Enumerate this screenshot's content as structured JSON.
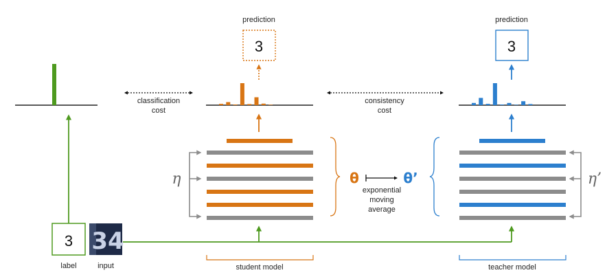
{
  "colors": {
    "green": "#4e9a1f",
    "orange": "#d87514",
    "blue": "#2c7fce",
    "gray": "#8c8c8c",
    "dark": "#222222"
  },
  "student": {
    "prediction_title": "prediction",
    "prediction_value": "3",
    "model_label": "student model",
    "noise_symbol": "η",
    "param_symbol": "θ",
    "layers": [
      "gray",
      "orange",
      "gray",
      "orange",
      "orange",
      "gray"
    ]
  },
  "teacher": {
    "prediction_title": "prediction",
    "prediction_value": "3",
    "model_label": "teacher model",
    "noise_symbol": "η’",
    "param_symbol": "θ’",
    "layers": [
      "gray",
      "blue",
      "gray",
      "gray",
      "blue",
      "gray"
    ]
  },
  "label_box": {
    "value": "3",
    "caption": "label"
  },
  "input_box": {
    "value": "34",
    "caption": "input"
  },
  "costs": {
    "classification_line1": "classification",
    "classification_line2": "cost",
    "consistency_line1": "consistency",
    "consistency_line2": "cost"
  },
  "ema": {
    "line1": "exponential",
    "line2": "moving",
    "line3": "average"
  },
  "chart_data": [
    {
      "type": "bar",
      "name": "label-distribution",
      "values": [
        0,
        0,
        0,
        1,
        0,
        0,
        0,
        0,
        0,
        0
      ]
    },
    {
      "type": "bar",
      "name": "student-prediction",
      "values": [
        0.06,
        0.14,
        0.03,
        1.0,
        0.05,
        0.36,
        0.07,
        0.02,
        0,
        0
      ]
    },
    {
      "type": "bar",
      "name": "teacher-prediction",
      "values": [
        0.1,
        0.33,
        0.06,
        1.0,
        0.03,
        0.1,
        0.02,
        0.18,
        0.05,
        0
      ]
    }
  ]
}
